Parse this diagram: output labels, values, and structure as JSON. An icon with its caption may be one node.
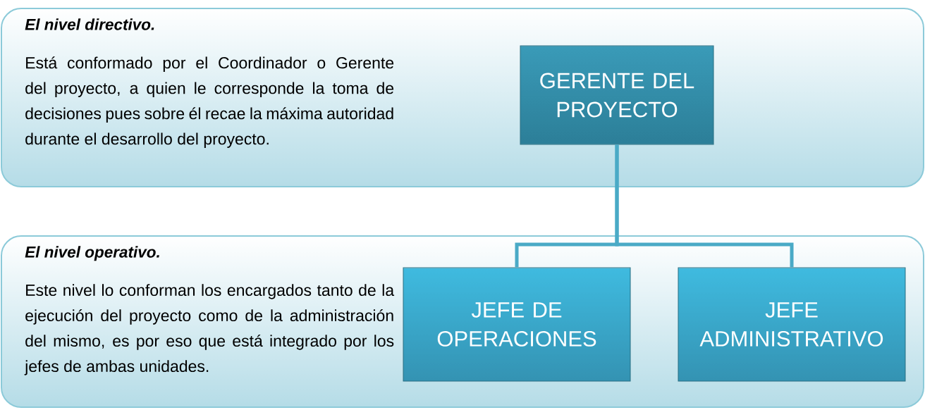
{
  "diagram": {
    "nodes": [
      {
        "text": [
          "El nivel directivo.",
          "Está conformado por el Coordinador o Gerente del proyecto, a quien le corresponde la toma de decisiones pues sobre él recae la máxima autoridad durante el desarrollo del proyecto."
        ]
      },
      {
        "text": [
          "El nivel operativo.",
          "Este nivel lo conforman los encargados tanto de la ejecución del proyecto como de la administración del mismo, es por eso que está integrado por los jefes de ambas unidades."
        ]
      },
      {
        "text": [
          "GERENTE DEL PROYECTO"
        ],
        "in": 0
      },
      {
        "text": [
          "JEFE DE OPERACIONES"
        ],
        "in": 1
      },
      {
        "text": [
          "JEFE ADMINISTRATIVO"
        ],
        "in": 1
      }
    ],
    "edges": [
      {
        "from": 2,
        "to": 3,
        "arrow": "none"
      },
      {
        "from": 2,
        "to": 4,
        "arrow": "none"
      }
    ]
  }
}
